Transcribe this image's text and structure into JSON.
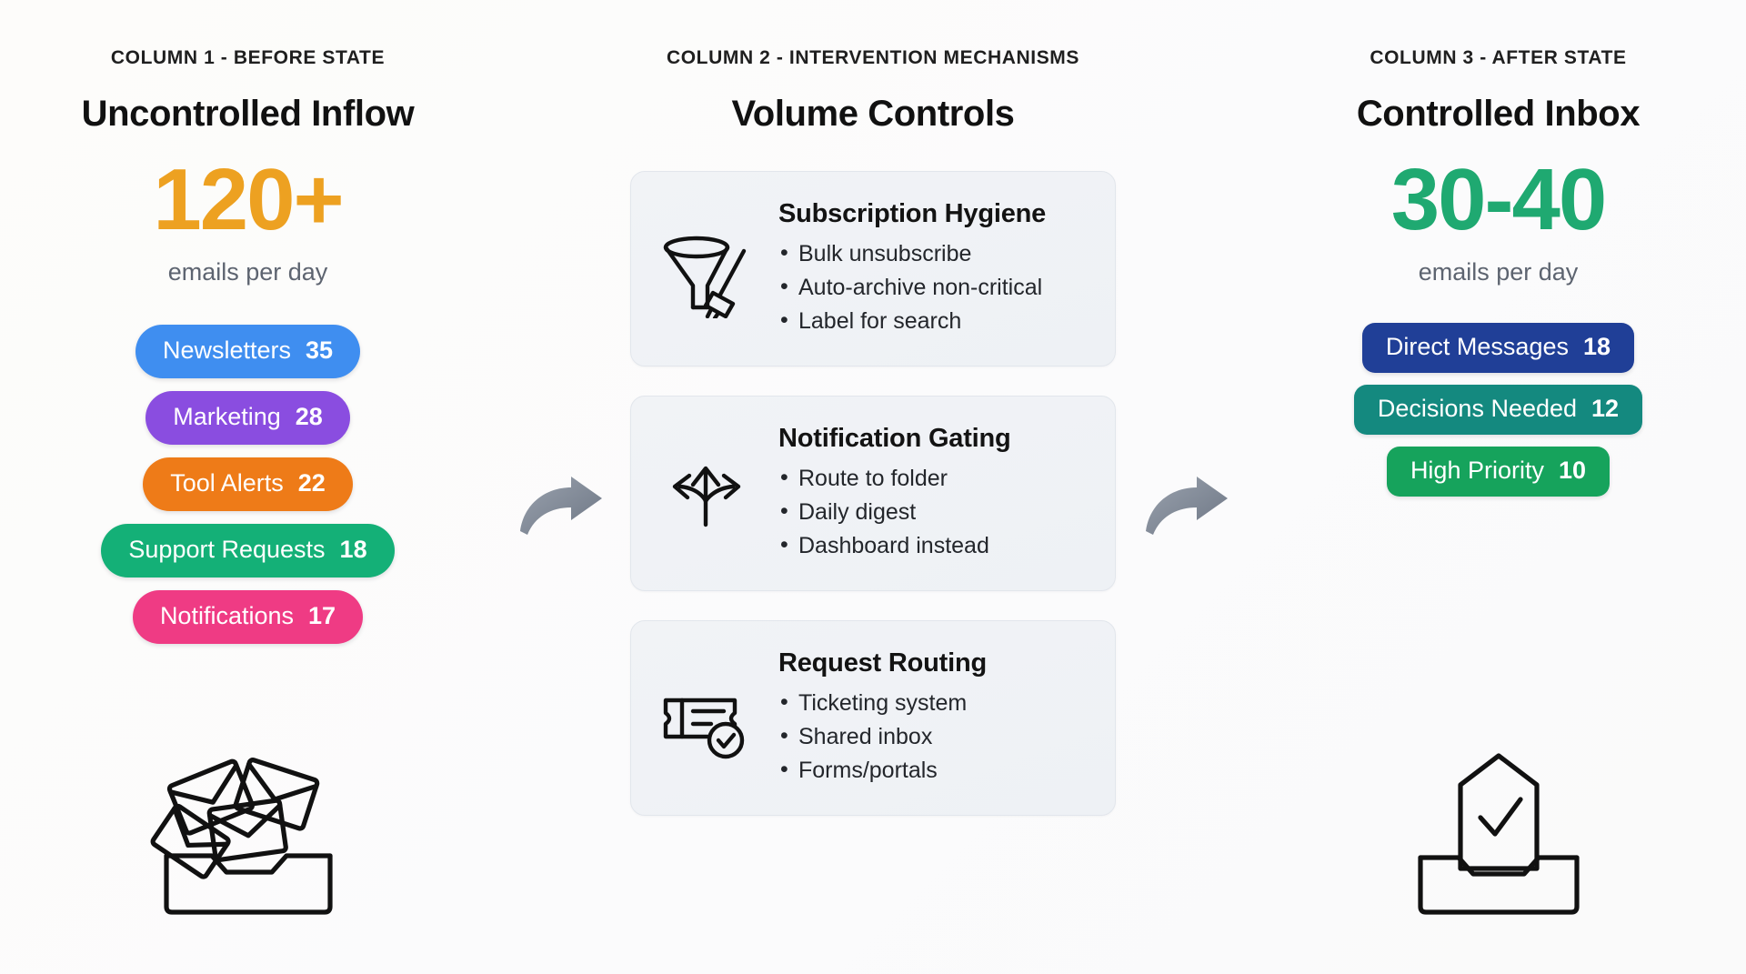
{
  "columns": [
    {
      "eyebrow": "COLUMN 1 - BEFORE STATE",
      "title": "Uncontrolled Inflow",
      "metric": "120+",
      "metric_color": "#eda121",
      "metric_sublabel": "emails per day",
      "pills": [
        {
          "label": "Newsletters",
          "count": "35",
          "color": "#3f8ef0"
        },
        {
          "label": "Marketing",
          "count": "28",
          "color": "#8a4de0"
        },
        {
          "label": "Tool Alerts",
          "count": "22",
          "color": "#ee7b18"
        },
        {
          "label": "Support Requests",
          "count": "18",
          "color": "#14b077"
        },
        {
          "label": "Notifications",
          "count": "17",
          "color": "#ef3b84"
        }
      ],
      "bottom_icon": "overflowing-mail-pile-icon"
    },
    {
      "eyebrow": "COLUMN 2 - INTERVENTION MECHANISMS",
      "title": "Volume Controls",
      "cards": [
        {
          "icon": "funnel-broom-icon",
          "title": "Subscription Hygiene",
          "items": [
            "Bulk unsubscribe",
            "Auto-archive non-critical",
            "Label for search"
          ]
        },
        {
          "icon": "branching-arrows-icon",
          "title": "Notification Gating",
          "items": [
            "Route to folder",
            "Daily digest",
            "Dashboard instead"
          ]
        },
        {
          "icon": "ticket-check-icon",
          "title": "Request Routing",
          "items": [
            "Ticketing system",
            "Shared inbox",
            "Forms/portals"
          ]
        }
      ]
    },
    {
      "eyebrow": "COLUMN 3 - AFTER STATE",
      "title": "Controlled Inbox",
      "metric": "30-40",
      "metric_color": "#1fa971",
      "metric_sublabel": "emails per day",
      "pills": [
        {
          "label": "Direct Messages",
          "count": "18",
          "color": "#203f97"
        },
        {
          "label": "Decisions Needed",
          "count": "12",
          "color": "#14897f"
        },
        {
          "label": "High Priority",
          "count": "10",
          "color": "#16a35c"
        }
      ],
      "bottom_icon": "inbox-tray-check-icon"
    }
  ],
  "arrows": [
    {
      "name": "flow-arrow-1"
    },
    {
      "name": "flow-arrow-2"
    }
  ],
  "theme": {
    "background": "#fdfcfb",
    "card_background": "#f1f3f6",
    "card_border": "#e2e6ec",
    "eyebrow_color": "#1f1f1f",
    "title_color": "#111111",
    "sublabel_color": "#5d6470",
    "arrow_color": "#7b8493"
  }
}
